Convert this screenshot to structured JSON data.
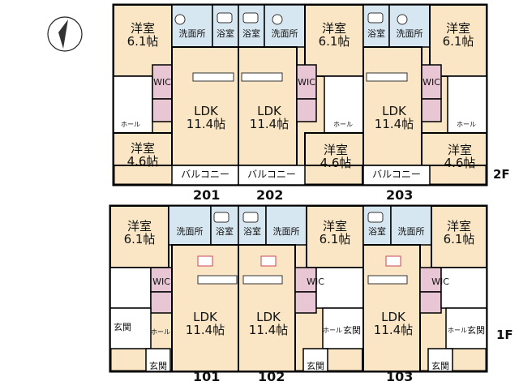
{
  "compass": {
    "symbol": "N",
    "icon": "north-arrow-icon"
  },
  "floors": {
    "upper": "2F",
    "lower": "1F"
  },
  "units_upper": [
    "201",
    "202",
    "203"
  ],
  "units_lower": [
    "101",
    "102",
    "103"
  ],
  "rooms": {
    "western_room": "洋室",
    "area_61": "6.1帖",
    "area_46": "4.6帖",
    "ldk": "LDK",
    "ldk_area": "11.4帖",
    "washroom": "洗面所",
    "bathroom": "浴室",
    "wic": "WIC",
    "hall": "ホール",
    "balcony": "バルコニー",
    "entrance": "玄関",
    "wc": "WC"
  },
  "colors": {
    "room_fill": "#fae6c4",
    "wet_fill": "#d7e7f1",
    "wall": "#000000",
    "wc_fill": "#e9c6d4"
  }
}
